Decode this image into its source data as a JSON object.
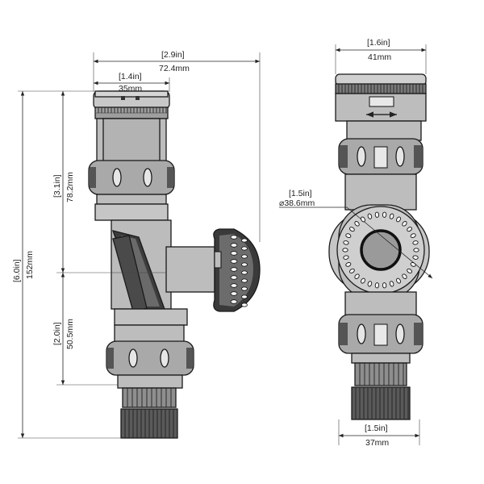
{
  "side_view": {
    "overall_width": {
      "in": "[2.9in]",
      "mm": "72.4mm"
    },
    "top_width": {
      "in": "[1.4in]",
      "mm": "35mm"
    },
    "overall_height": {
      "in": "[6.0in]",
      "mm": "152mm"
    },
    "upper_height": {
      "in": "[3.1in]",
      "mm": "78.2mm"
    },
    "lower_height": {
      "in": "[2.0in]",
      "mm": "50.5mm"
    }
  },
  "front_view": {
    "top_width": {
      "in": "[1.6in]",
      "mm": "41mm"
    },
    "hub_diameter": {
      "in": "[1.5in]",
      "mm": "⌀38.6mm"
    },
    "bottom_width": {
      "in": "[1.5in]",
      "mm": "37mm"
    }
  },
  "colors": {
    "body_fill": "#bdbdbd",
    "collar_fill": "#a9a9a9",
    "dark_fill": "#3a3a3a",
    "line": "#1a1a1a"
  }
}
